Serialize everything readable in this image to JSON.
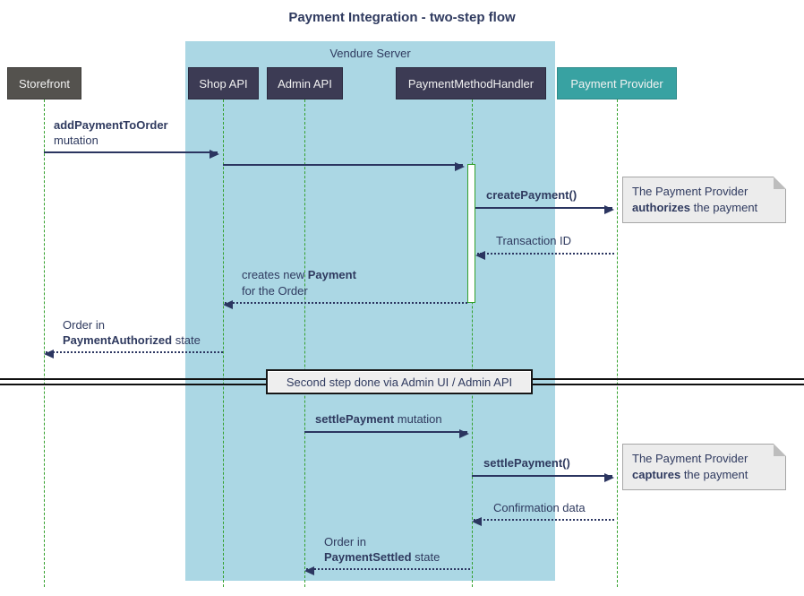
{
  "title": "Payment Integration - two-step flow",
  "colors": {
    "container-blue": "#abd7e4",
    "participant-navy": "#3c3b54",
    "participant-navy-border": "#2a2a40",
    "participant-gray": "#54524e",
    "participant-gray-border": "#3d3c39",
    "participant-teal": "#38a2a2",
    "participant-teal-border": "#2e8a8a",
    "participant-text": "#f2f2f2",
    "arrow": "#2b3560",
    "text": "#2f3a5f",
    "lifeline": "#33a02c",
    "note-bg": "#ececec",
    "note-border": "#a6a6a6",
    "divider-bg": "#eeeeee",
    "divider-border": "#161616",
    "activation-bg": "#ffffff"
  },
  "container": {
    "label": "Vendure Server"
  },
  "participants": {
    "storefront": "Storefront",
    "shop_api": "Shop API",
    "admin_api": "Admin API",
    "payment_method_handler": "PaymentMethodHandler",
    "payment_provider": "Payment Provider"
  },
  "messages": {
    "add_payment": {
      "bold": "addPaymentToOrder",
      "line2": "mutation"
    },
    "create_payment": {
      "bold": "createPayment()"
    },
    "transaction_id": {
      "text": "Transaction ID"
    },
    "creates_payment": {
      "pre": "creates new ",
      "bold": "Payment",
      "line2": "for the Order"
    },
    "order_authorized": {
      "line1": "Order in",
      "bold": "PaymentAuthorized",
      "rest": " state"
    },
    "settle_payment_mutation": {
      "bold": "settlePayment",
      "rest": " mutation"
    },
    "settle_payment_call": {
      "bold": "settlePayment()"
    },
    "confirmation": {
      "text": "Confirmation data"
    },
    "order_settled": {
      "line1": "Order in",
      "bold": "PaymentSettled",
      "rest": " state"
    }
  },
  "notes": {
    "authorize": {
      "line1": "The Payment Provider",
      "bold": "authorizes",
      "rest": " the payment"
    },
    "capture": {
      "line1": "The Payment Provider",
      "bold": "captures",
      "rest": " the payment"
    }
  },
  "divider": {
    "label": "Second step done via Admin UI / Admin API"
  }
}
